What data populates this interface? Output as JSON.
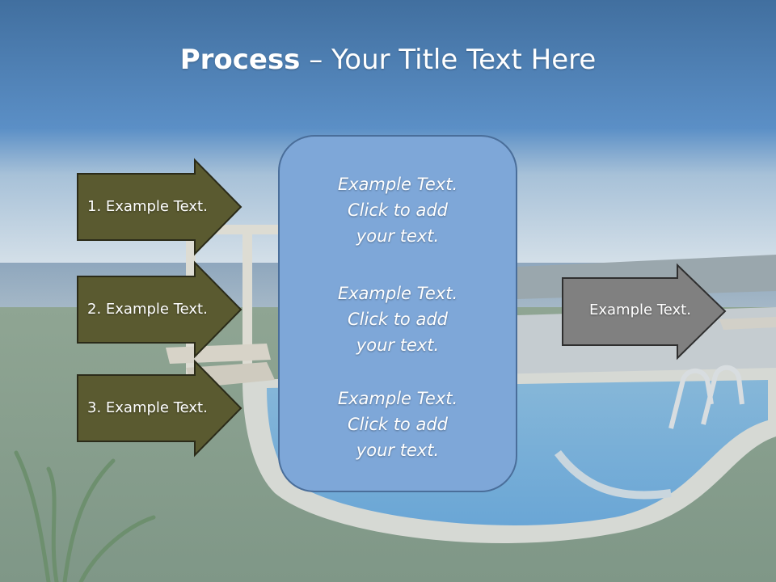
{
  "title": {
    "strong": "Process",
    "rest": " – Your Title Text Here"
  },
  "left_items": [
    {
      "label": "1. Example Text."
    },
    {
      "label": "2. Example Text."
    },
    {
      "label": "3. Example Text."
    }
  ],
  "center_box": {
    "blocks": [
      {
        "lines": [
          "Example Text.",
          "Click  to add",
          "your text."
        ]
      },
      {
        "lines": [
          "Example Text.",
          "Click  to add",
          "your text."
        ]
      },
      {
        "lines": [
          "Example Text.",
          "Click  to add",
          "your text."
        ]
      }
    ]
  },
  "right_item": {
    "label": "Example Text."
  },
  "colors": {
    "sky_top": "#4a7fb5",
    "left_arrow_fill": "#5a5a30",
    "center_box_fill": "#7ea7d8",
    "center_box_border": "#4a6e9a",
    "right_arrow_fill": "#808080"
  }
}
